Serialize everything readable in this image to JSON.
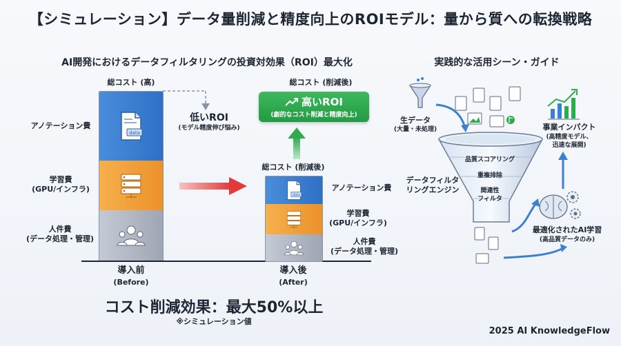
{
  "title": "【シミュレーション】データ量削減と精度向上のROIモデル：量から質への転換戦略",
  "left": {
    "heading": "AI開発におけるデータフィルタリングの投資対効果（ROI）最大化",
    "before": {
      "total_label": "総コスト (高)",
      "annotation": "アノテーション費",
      "training_l1": "学習費",
      "training_l2": "(GPU/インフラ)",
      "labor_l1": "人件費",
      "labor_l2": "(データ処理・管理)",
      "caption_l1": "導入前",
      "caption_l2": "(Before)",
      "data_tag": "data"
    },
    "low_roi": {
      "label": "低いROI",
      "sub": "(モデル精度伸び悩み)"
    },
    "high_roi": {
      "total_label": "総コスト (削減後)",
      "label": "高いROI",
      "sub": "(劇的なコスト削減と精度向上)"
    },
    "after": {
      "total_label": "総コスト (削減後)",
      "annotation": "アノテーション費",
      "training_l1": "学習費",
      "training_l2": "(GPU/インフラ)",
      "labor_l1": "人件費",
      "labor_l2": "(データ処理・管理)",
      "caption_l1": "導入後",
      "caption_l2": "(After)",
      "data_tag": "data"
    },
    "effect": "コスト削減効果：最大50%以上",
    "effect_note": "※シミュレーション値"
  },
  "right": {
    "heading": "実践的な活用シーン・ガイド",
    "raw_l1": "生データ",
    "raw_l2": "(大量・未処理)",
    "engine_l1": "データフィルタ",
    "engine_l2": "リングエンジン",
    "funnel_steps": [
      "品質スコアリング",
      "重複排除",
      "関連性",
      "フィルタ"
    ],
    "impact_l1": "事業インパクト",
    "impact_l2": "(高精度モデル、",
    "impact_l3": "迅速な展開)",
    "learn_l1": "最適化されたAI学習",
    "learn_l2": "(高品質データのみ)"
  },
  "footer": "2025 AI KnowledgeFlow",
  "colors": {
    "blue": "#3b7fd0",
    "orange": "#f0a23a",
    "gray": "#b3bac6",
    "green": "#2faa4f",
    "red": "#e23b3b"
  }
}
